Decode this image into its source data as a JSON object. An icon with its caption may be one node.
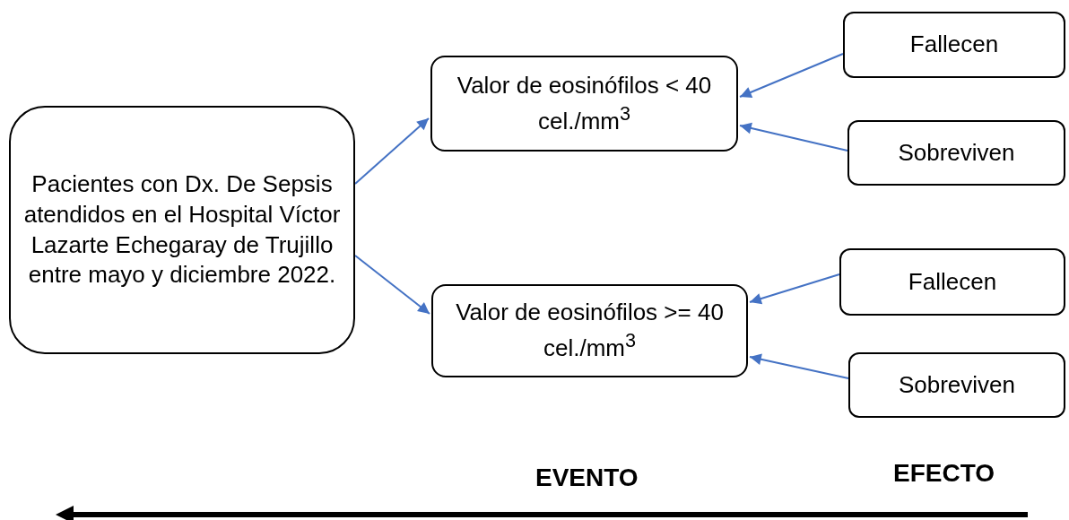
{
  "diagram": {
    "nodes": [
      {
        "text": [
          "Pacientes con Dx. De Sepsis atendidos en el Hospital Víctor Lazarte Echegaray de Trujillo entre mayo y diciembre 2022."
        ]
      },
      {
        "text": [
          "Valor de eosinófilos < 40 cel./mm$^{3}$"
        ]
      },
      {
        "text": [
          "Valor de eosinófilos >= 40 cel./mm$^{3}$"
        ]
      },
      {
        "text": [
          "Fallecen"
        ]
      },
      {
        "text": [
          "Sobreviven"
        ]
      },
      {
        "text": [
          "Fallecen"
        ]
      },
      {
        "text": [
          "Sobreviven"
        ]
      }
    ],
    "edges": [
      {
        "from": 0,
        "to": 1,
        "arrow": "to"
      },
      {
        "from": 0,
        "to": 2,
        "arrow": "to"
      },
      {
        "from": 3,
        "to": 1,
        "arrow": "to"
      },
      {
        "from": 4,
        "to": 1,
        "arrow": "to"
      },
      {
        "from": 5,
        "to": 2,
        "arrow": "to"
      },
      {
        "from": 6,
        "to": 2,
        "arrow": "to"
      }
    ],
    "labels": [
      "EVENTO",
      "EFECTO"
    ]
  }
}
